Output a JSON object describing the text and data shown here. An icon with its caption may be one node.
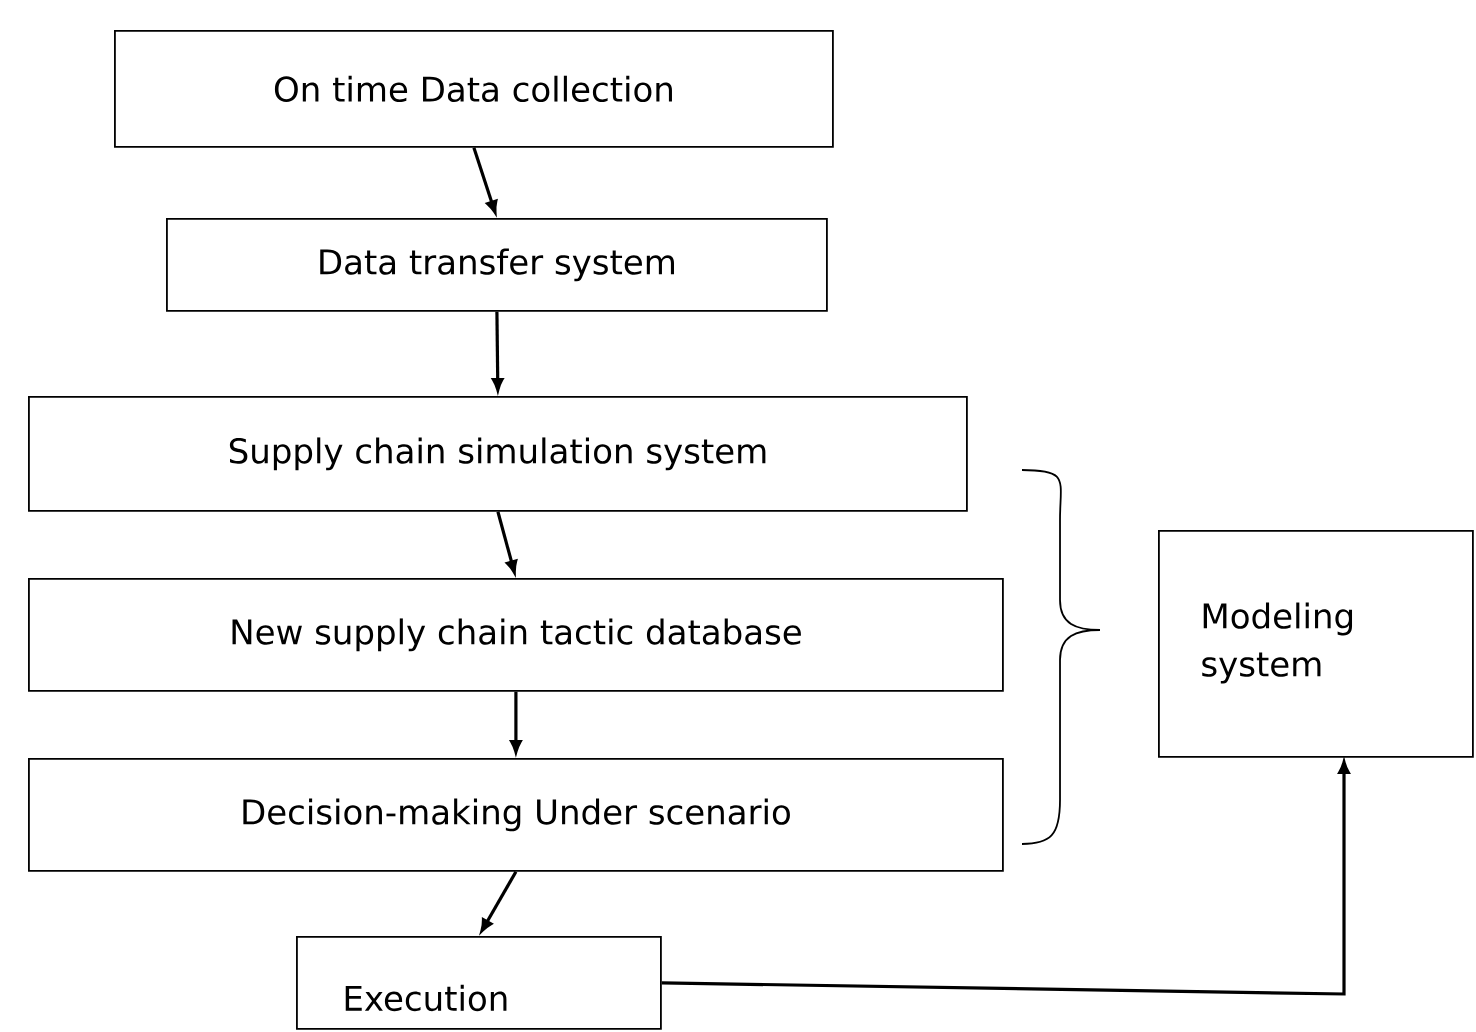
{
  "diagram": {
    "nodes": [
      {
        "text": [
          "On time Data collection"
        ]
      },
      {
        "text": [
          "Data transfer system"
        ]
      },
      {
        "text": [
          "Supply chain simulation system"
        ]
      },
      {
        "text": [
          "New supply chain tactic database"
        ]
      },
      {
        "text": [
          "Decision-making Under scenario"
        ]
      },
      {
        "text": [
          "Execution"
        ]
      },
      {
        "text": [
          "Modeling system"
        ]
      }
    ],
    "edges": [
      {
        "from": 0,
        "to": 1,
        "arrow": "to"
      },
      {
        "from": 1,
        "to": 2,
        "arrow": "to"
      },
      {
        "from": 2,
        "to": 3,
        "arrow": "to"
      },
      {
        "from": 3,
        "to": 4,
        "arrow": "to"
      },
      {
        "from": 4,
        "to": 5,
        "arrow": "to"
      },
      {
        "from": 5,
        "to": 6,
        "arrow": "to"
      }
    ]
  }
}
